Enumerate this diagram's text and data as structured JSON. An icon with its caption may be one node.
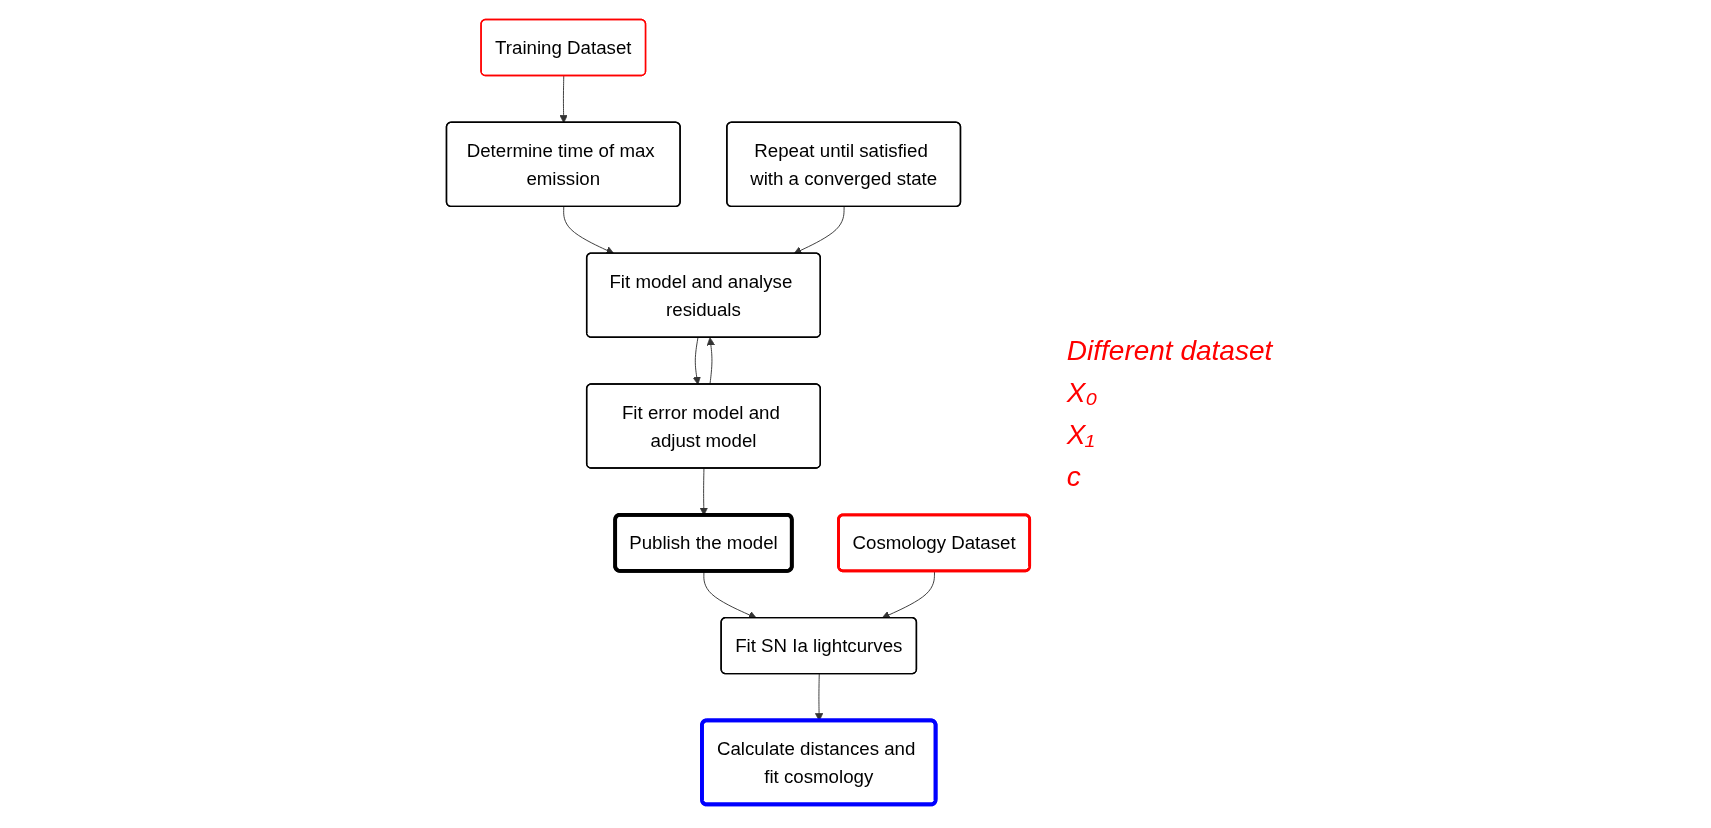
{
  "diagram": {
    "nodes": [
      {
        "text": [
          "Training Dataset"
        ]
      },
      {
        "text": [
          "Determine time of max emission"
        ]
      },
      {
        "text": [
          "Fit model and analyse residuals"
        ]
      },
      {
        "text": [
          "Repeat until satisfied with a converged state"
        ]
      },
      {
        "text": [
          "Fit error model and adjust model"
        ]
      },
      {
        "text": [
          "Publish the model"
        ]
      },
      {
        "text": [
          "Cosmology Dataset"
        ]
      },
      {
        "text": [
          "Fit SN Ia lightcurves"
        ]
      },
      {
        "text": [
          "Calculate distances and fit cosmology"
        ]
      }
    ],
    "edges": [
      {
        "from": 0,
        "to": 1,
        "arrow": "to"
      },
      {
        "from": 1,
        "to": 2,
        "arrow": "to"
      },
      {
        "from": 2,
        "to": 4,
        "arrow": "to"
      },
      {
        "from": 4,
        "to": 2,
        "arrow": "to"
      },
      {
        "from": 3,
        "to": 2,
        "arrow": "to"
      },
      {
        "from": 4,
        "to": 5,
        "arrow": "to"
      },
      {
        "from": 5,
        "to": 7,
        "arrow": "to"
      },
      {
        "from": 6,
        "to": 7,
        "arrow": "to"
      },
      {
        "from": 7,
        "to": 8,
        "arrow": "to"
      }
    ],
    "labels": [
      "Different dataset",
      "X₀",
      "X₁",
      "c"
    ]
  }
}
